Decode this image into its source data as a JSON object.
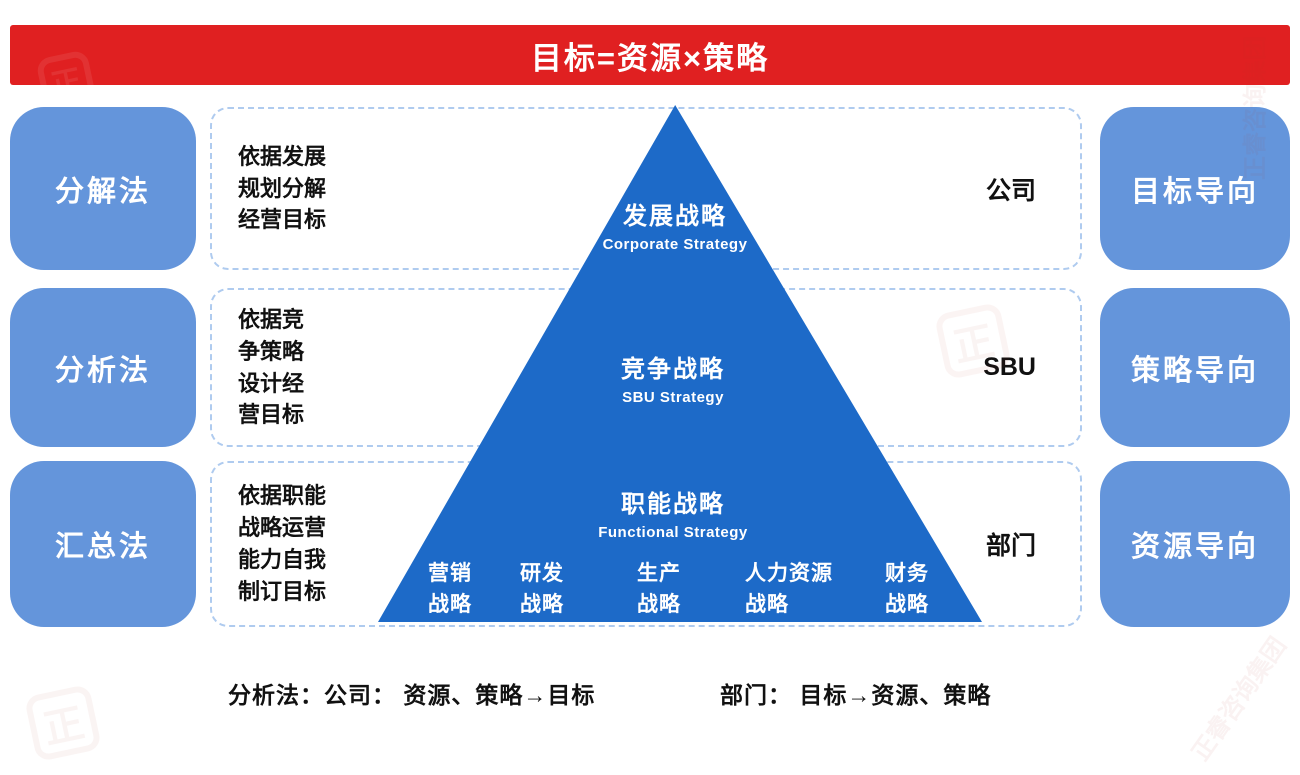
{
  "banner": {
    "title": "目标=资源×策略"
  },
  "left_methods": [
    {
      "label": "分解法"
    },
    {
      "label": "分析法"
    },
    {
      "label": "汇总法"
    }
  ],
  "right_orientations": [
    {
      "label": "目标导向"
    },
    {
      "label": "策略导向"
    },
    {
      "label": "资源导向"
    }
  ],
  "rows": [
    {
      "left_note": "依据发展\n规划分解\n经营目标",
      "right_label": "公司"
    },
    {
      "left_note": "依据竞\n争策略\n设计经\n营目标",
      "right_label": "SBU"
    },
    {
      "left_note": "依据职能\n战略运营\n能力自我\n制订目标",
      "right_label": "部门"
    }
  ],
  "pyramid": {
    "levels": [
      {
        "title": "发展战略",
        "subtitle": "Corporate Strategy"
      },
      {
        "title": "竞争战略",
        "subtitle": "SBU Strategy"
      },
      {
        "title": "职能战略",
        "subtitle": "Functional Strategy"
      }
    ],
    "functions": [
      "营销\n战略",
      "研发\n战略",
      "生产\n战略",
      "人力资源\n战略",
      "财务\n战略"
    ]
  },
  "footer": {
    "analysis_left": "分析法：公司： 资源、策略→目标",
    "analysis_right": "部门： 目标→资源、策略"
  },
  "watermark": {
    "text": "正睿咨询集团",
    "logo_glyph": "正"
  },
  "colors": {
    "banner_red": "#E02021",
    "box_blue": "#6495DB",
    "pyramid_blue": "#1D6AC8",
    "dashed_border": "#AFCBEF",
    "text_dark": "#111111"
  }
}
